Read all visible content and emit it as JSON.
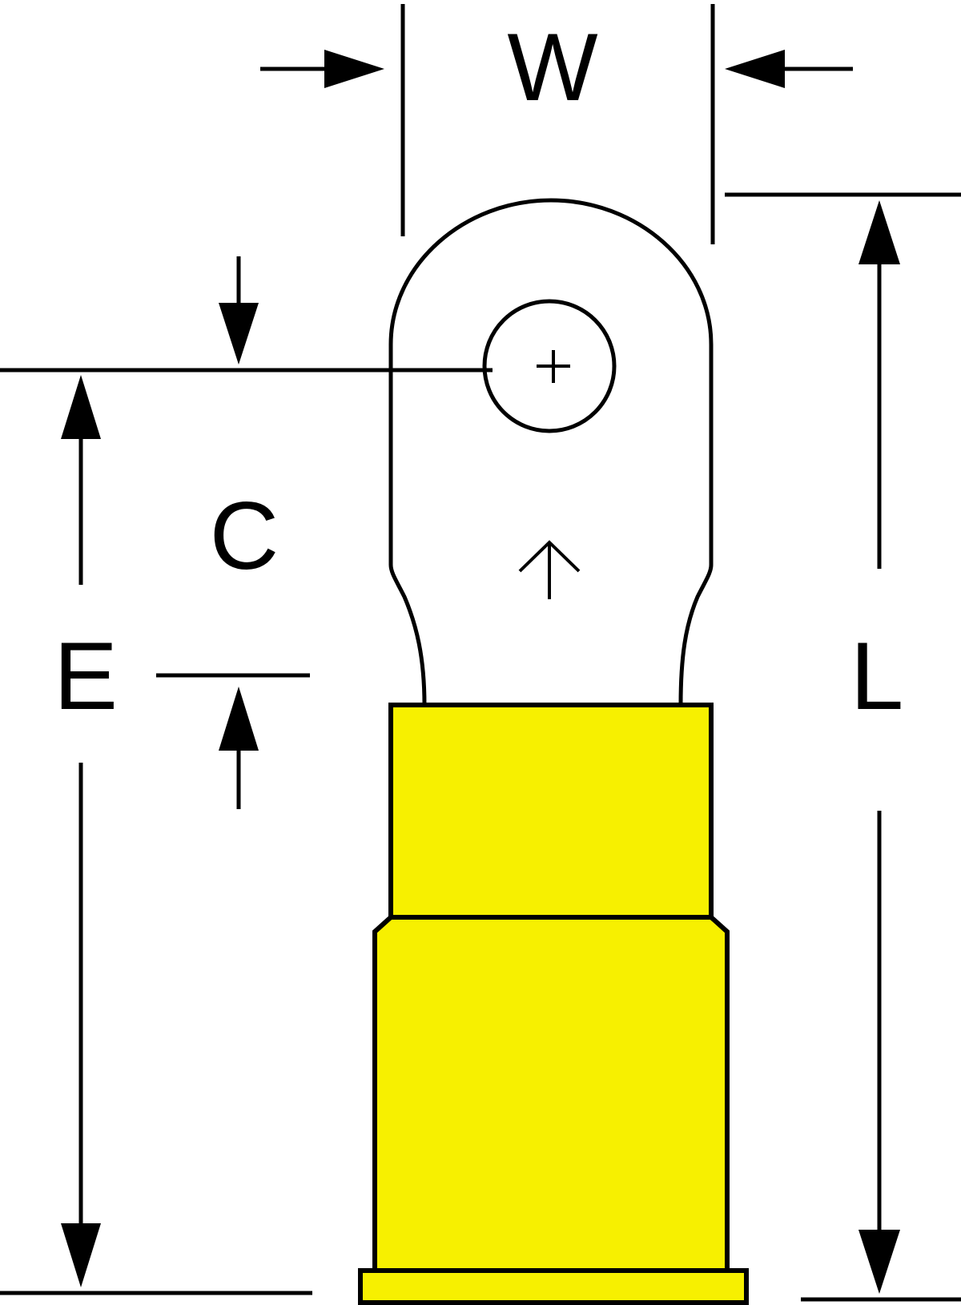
{
  "labels": {
    "w": "W",
    "c": "C",
    "e": "E",
    "l": "L"
  },
  "colors": {
    "insulation": "#f7f000",
    "stroke": "#000000",
    "background": "#ffffff"
  }
}
